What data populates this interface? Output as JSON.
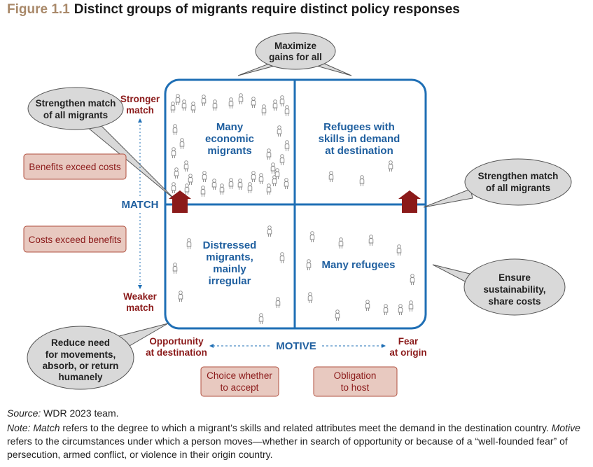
{
  "title": {
    "figure": "Figure 1.1",
    "text": "Distinct groups of migrants require distinct policy responses"
  },
  "bubbles": {
    "top": [
      "Maximize",
      "gains for all"
    ],
    "left": [
      "Strengthen match",
      "of all migrants"
    ],
    "right": [
      "Strengthen match",
      "of all migrants"
    ],
    "right_lower": [
      "Ensure",
      "sustainability,",
      "share costs"
    ],
    "bottom_left": [
      "Reduce need",
      "for movements,",
      "absorb, or return",
      "humanely"
    ]
  },
  "boxes": {
    "benefits": "Benefits exceed costs",
    "costs": "Costs exceed benefits",
    "choice": [
      "Choice whether",
      "to accept"
    ],
    "obligation": [
      "Obligation",
      "to host"
    ]
  },
  "axis": {
    "match": "MATCH",
    "motive": "MOTIVE",
    "stronger": [
      "Stronger",
      "match"
    ],
    "weaker": [
      "Weaker",
      "match"
    ],
    "opportunity": [
      "Opportunity",
      "at destination"
    ],
    "fear": [
      "Fear",
      "at origin"
    ]
  },
  "quadrants": {
    "top_left": [
      "Many",
      "economic",
      "migrants"
    ],
    "top_right": [
      "Refugees with",
      "skills in demand",
      "at destination"
    ],
    "bottom_left": [
      "Distressed",
      "migrants,",
      "mainly",
      "irregular"
    ],
    "bottom_right": [
      "Many refugees"
    ]
  },
  "colors": {
    "blue": "#1f6fb5",
    "red": "#8b1a1a",
    "bubble": "#d9d9d9",
    "box": "#e8c9c0"
  },
  "footer": {
    "source_label": "Source:",
    "source": " WDR 2023 team.",
    "note_label": "Note:",
    "match_term": "Match",
    "note_1": " refers to the degree to which a migrant’s skills and related attributes meet the demand in the destination country. ",
    "motive_term": "Motive",
    "note_2": " refers to the circumstances under which a person moves—whether in search of opportunity or because of a “well-founded fear” of persecution, armed conflict, or violence in their origin country."
  }
}
